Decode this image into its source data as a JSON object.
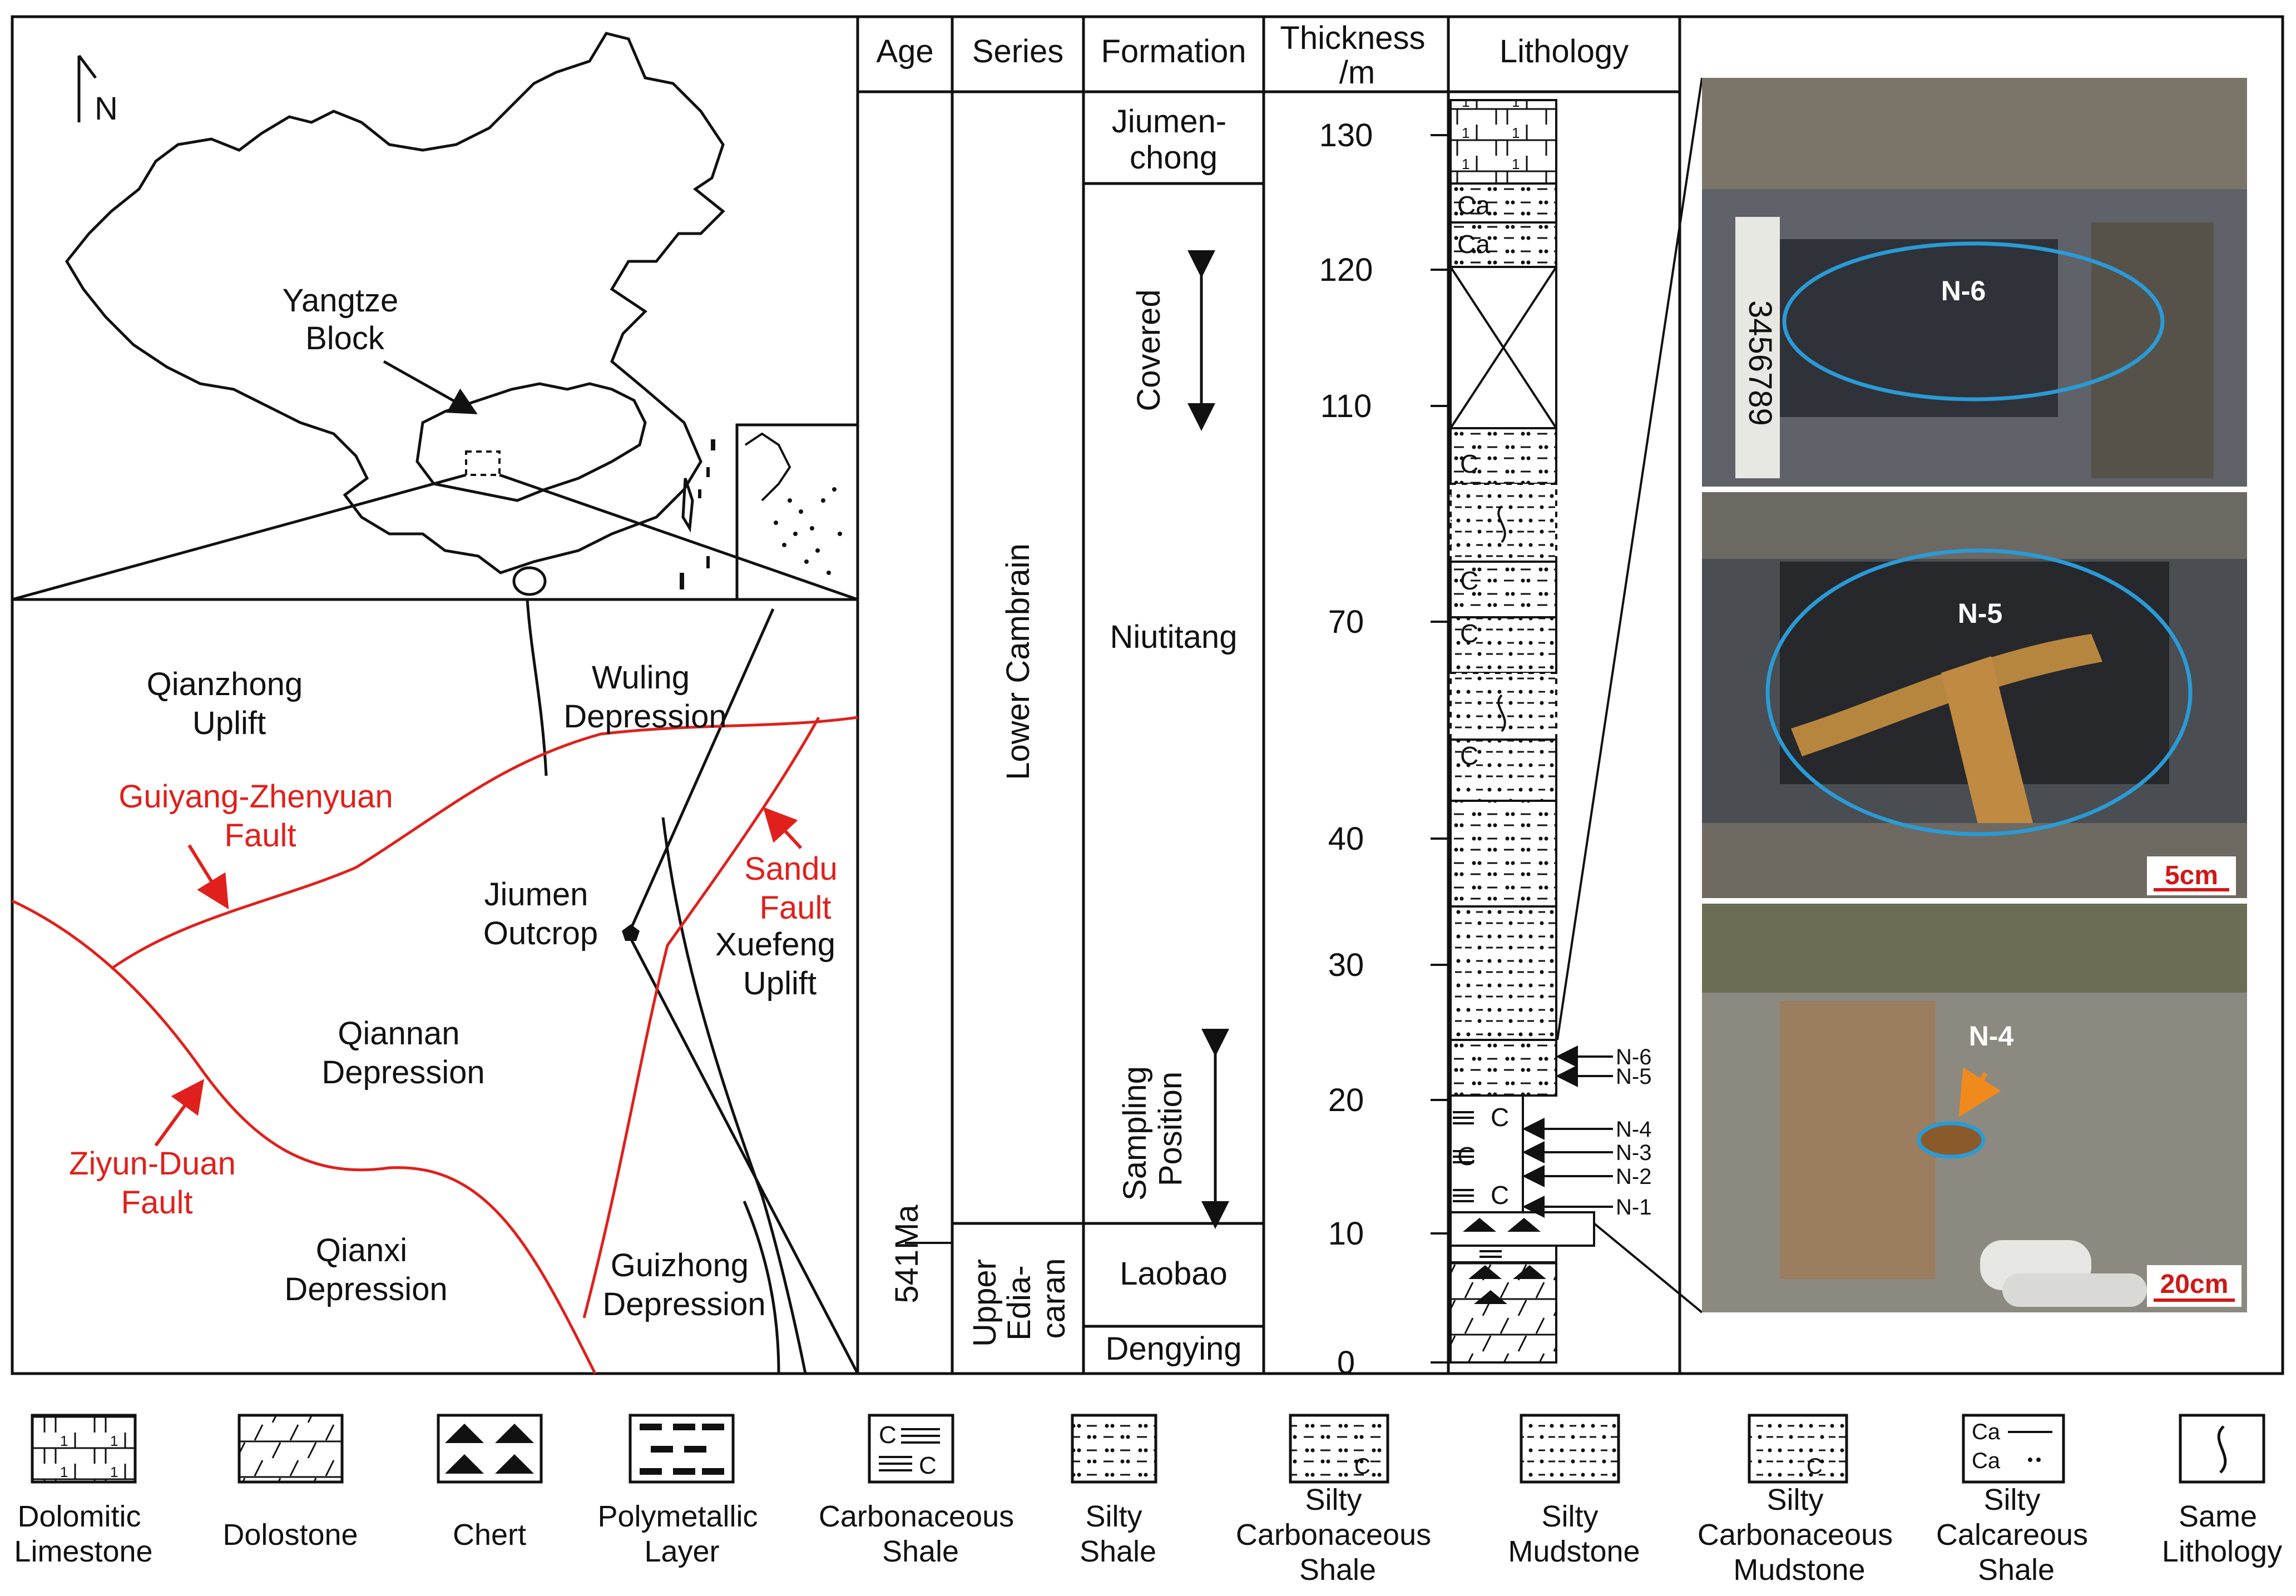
{
  "map": {
    "north": "N",
    "yangtze_block": [
      "Yangtze",
      "Block"
    ],
    "regions": [
      {
        "id": "qianzhong",
        "lines": [
          "Qianzhong",
          "Uplift"
        ]
      },
      {
        "id": "wuling",
        "lines": [
          "Wuling",
          "Depression"
        ]
      },
      {
        "id": "qiannan",
        "lines": [
          "Qiannan",
          "Depression"
        ]
      },
      {
        "id": "qianxi",
        "lines": [
          "Qianxi",
          "Depression"
        ]
      },
      {
        "id": "guizhong",
        "lines": [
          "Guizhong",
          "Depression"
        ]
      },
      {
        "id": "xuefeng",
        "lines": [
          "Xuefeng",
          "Uplift"
        ]
      },
      {
        "id": "jiumen",
        "lines": [
          "Jiumen",
          "Outcrop"
        ]
      }
    ],
    "faults": [
      {
        "id": "guiyang",
        "lines": [
          "Guiyang-Zhenyuan",
          "Fault"
        ]
      },
      {
        "id": "sandu",
        "lines": [
          "Sandu",
          "Fault"
        ]
      },
      {
        "id": "ziyun",
        "lines": [
          "Ziyun-Duan",
          "Fault"
        ]
      }
    ],
    "fault_color": "#e0201c"
  },
  "column": {
    "headers": {
      "age": "Age",
      "series": "Series",
      "formation": "Formation",
      "thickness": [
        "Thickness",
        "/m"
      ],
      "lithology": "Lithology"
    },
    "age_label": "541Ma",
    "series": [
      "Lower Cambrain",
      [
        "Upper",
        "Edia-",
        "caran"
      ]
    ],
    "formations": [
      [
        "Jiumen-",
        "chong"
      ],
      "Niutitang",
      "Laobao",
      "Dengying"
    ],
    "covered": "Covered",
    "sampling": [
      "Sampling",
      "Position"
    ],
    "thickness_ticks": [
      "130",
      "120",
      "110",
      "70",
      "40",
      "30",
      "20",
      "10",
      "0"
    ],
    "samples": [
      "N-6",
      "N-5",
      "N-4",
      "N-3",
      "N-2",
      "N-1"
    ],
    "lith_symbols": [
      "Ca",
      "Ca",
      "C",
      "C",
      "C",
      "C",
      "C",
      "C",
      "C"
    ]
  },
  "photos": [
    {
      "label": "N-6",
      "scale": ""
    },
    {
      "label": "N-5",
      "scale": "5cm"
    },
    {
      "label": "N-4",
      "scale": "20cm"
    }
  ],
  "photo_marks": {
    "ellipse": "#2a9bd6",
    "arrow": "#f08a1c",
    "scale_bar": "#d01818"
  },
  "tape_digits": "3456789",
  "legend": [
    {
      "id": "dolomitic-limestone",
      "lines": [
        "Dolomitic",
        "Limestone"
      ]
    },
    {
      "id": "dolostone",
      "lines": [
        "Dolostone"
      ]
    },
    {
      "id": "chert",
      "lines": [
        "Chert"
      ]
    },
    {
      "id": "polymetallic-layer",
      "lines": [
        "Polymetallic",
        "Layer"
      ]
    },
    {
      "id": "carbonaceous-shale",
      "lines": [
        "Carbonaceous",
        "Shale"
      ]
    },
    {
      "id": "silty-shale",
      "lines": [
        "Silty",
        "Shale"
      ]
    },
    {
      "id": "silty-carbonaceous-shale",
      "lines": [
        "Silty",
        "Carbonaceous",
        "Shale"
      ]
    },
    {
      "id": "silty-mudstone",
      "lines": [
        "Silty",
        "Mudstone"
      ]
    },
    {
      "id": "silty-carbonaceous-mudstone",
      "lines": [
        "Silty",
        "Carbonaceous",
        "Mudstone"
      ]
    },
    {
      "id": "silty-calcareous-shale",
      "lines": [
        "Silty",
        "Calcareous",
        "Shale"
      ]
    },
    {
      "id": "same-lithology",
      "lines": [
        "Same",
        "Lithology"
      ]
    }
  ]
}
